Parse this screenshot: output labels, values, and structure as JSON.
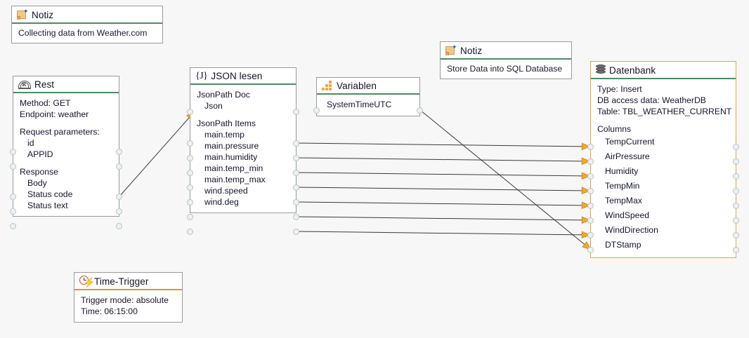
{
  "canvas": {
    "background": "#f7f7f7",
    "wire_color": "#3a3a3a",
    "arrow_color": "#f7a823",
    "accent_green": "#4e8a62",
    "accent_orange": "#e8941a"
  },
  "nodes": {
    "note_weather": {
      "title": "Notiz",
      "icon": "note-icon",
      "text": "Collecting data from Weather.com"
    },
    "rest": {
      "title": "Rest",
      "icon": "rest-icon",
      "lines": [
        "Method: GET",
        "Endpoint: weather"
      ],
      "request_header": "Request parameters:",
      "request_params": [
        "id",
        "APPID"
      ],
      "response_header": "Response",
      "response_items": [
        "Body",
        "Status code",
        "Status text"
      ]
    },
    "json_lesen": {
      "title": "JSON lesen",
      "icon": "json-icon",
      "doc_header": "JsonPath Doc",
      "doc_items": [
        "Json"
      ],
      "items_header": "JsonPath Items",
      "items": [
        "main.temp",
        "main.pressure",
        "main.humidity",
        "main.temp_min",
        "main.temp_max",
        "wind.speed",
        "wind.deg"
      ]
    },
    "variablen": {
      "title": "Variablen",
      "icon": "variables-icon",
      "items": [
        "SystemTimeUTC"
      ]
    },
    "note_sql": {
      "title": "Notiz",
      "icon": "note-icon",
      "text": "Store Data into SQL Database"
    },
    "datenbank": {
      "title": "Datenbank",
      "icon": "database-icon",
      "lines": [
        "Type: Insert",
        "DB access data: WeatherDB",
        "Table: TBL_WEATHER_CURRENT"
      ],
      "columns_header": "Columns",
      "columns": [
        "TempCurrent",
        "AirPressure",
        "Humidity",
        "TempMin",
        "TempMax",
        "WindSpeed",
        "WindDirection",
        "DTStamp"
      ]
    },
    "time_trigger": {
      "title": "Time-Trigger",
      "icon": "clock-trigger-icon",
      "lines": [
        "Trigger mode: absolute",
        "Time: 06:15:00"
      ]
    }
  }
}
